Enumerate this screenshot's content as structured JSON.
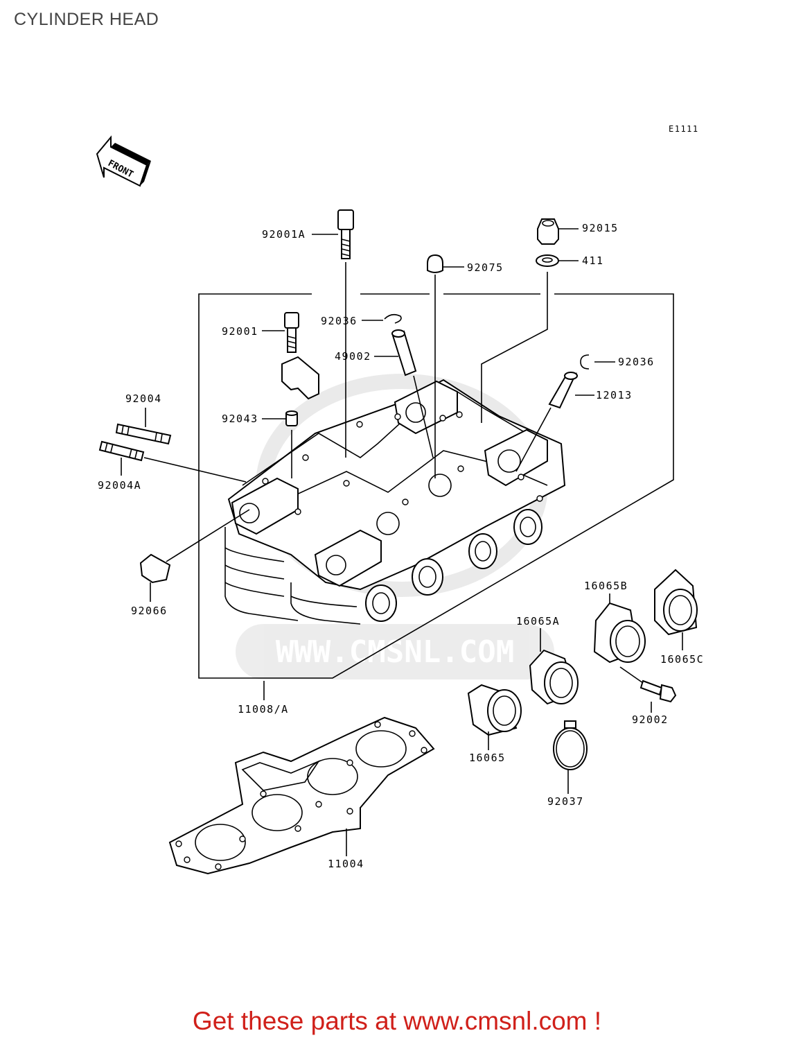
{
  "title": "CYLINDER HEAD",
  "ref_code": "E1111",
  "front_label": "FRONT",
  "watermark": "WWW.CMSNL.COM",
  "footer": "Get these parts at www.cmsnl.com !",
  "parts": [
    {
      "id": "92001A",
      "label": "92001A"
    },
    {
      "id": "92015",
      "label": "92015"
    },
    {
      "id": "411",
      "label": "411"
    },
    {
      "id": "92075",
      "label": "92075"
    },
    {
      "id": "92036-top",
      "label": "92036"
    },
    {
      "id": "92001",
      "label": "92001"
    },
    {
      "id": "49002",
      "label": "49002"
    },
    {
      "id": "92036-right",
      "label": "92036"
    },
    {
      "id": "12013",
      "label": "12013"
    },
    {
      "id": "92004",
      "label": "92004"
    },
    {
      "id": "92043",
      "label": "92043"
    },
    {
      "id": "92004A",
      "label": "92004A"
    },
    {
      "id": "92066",
      "label": "92066"
    },
    {
      "id": "16065B",
      "label": "16065B"
    },
    {
      "id": "16065A",
      "label": "16065A"
    },
    {
      "id": "16065C",
      "label": "16065C"
    },
    {
      "id": "11008A",
      "label": "11008/A"
    },
    {
      "id": "92002",
      "label": "92002"
    },
    {
      "id": "16065",
      "label": "16065"
    },
    {
      "id": "92037",
      "label": "92037"
    },
    {
      "id": "11004",
      "label": "11004"
    }
  ]
}
